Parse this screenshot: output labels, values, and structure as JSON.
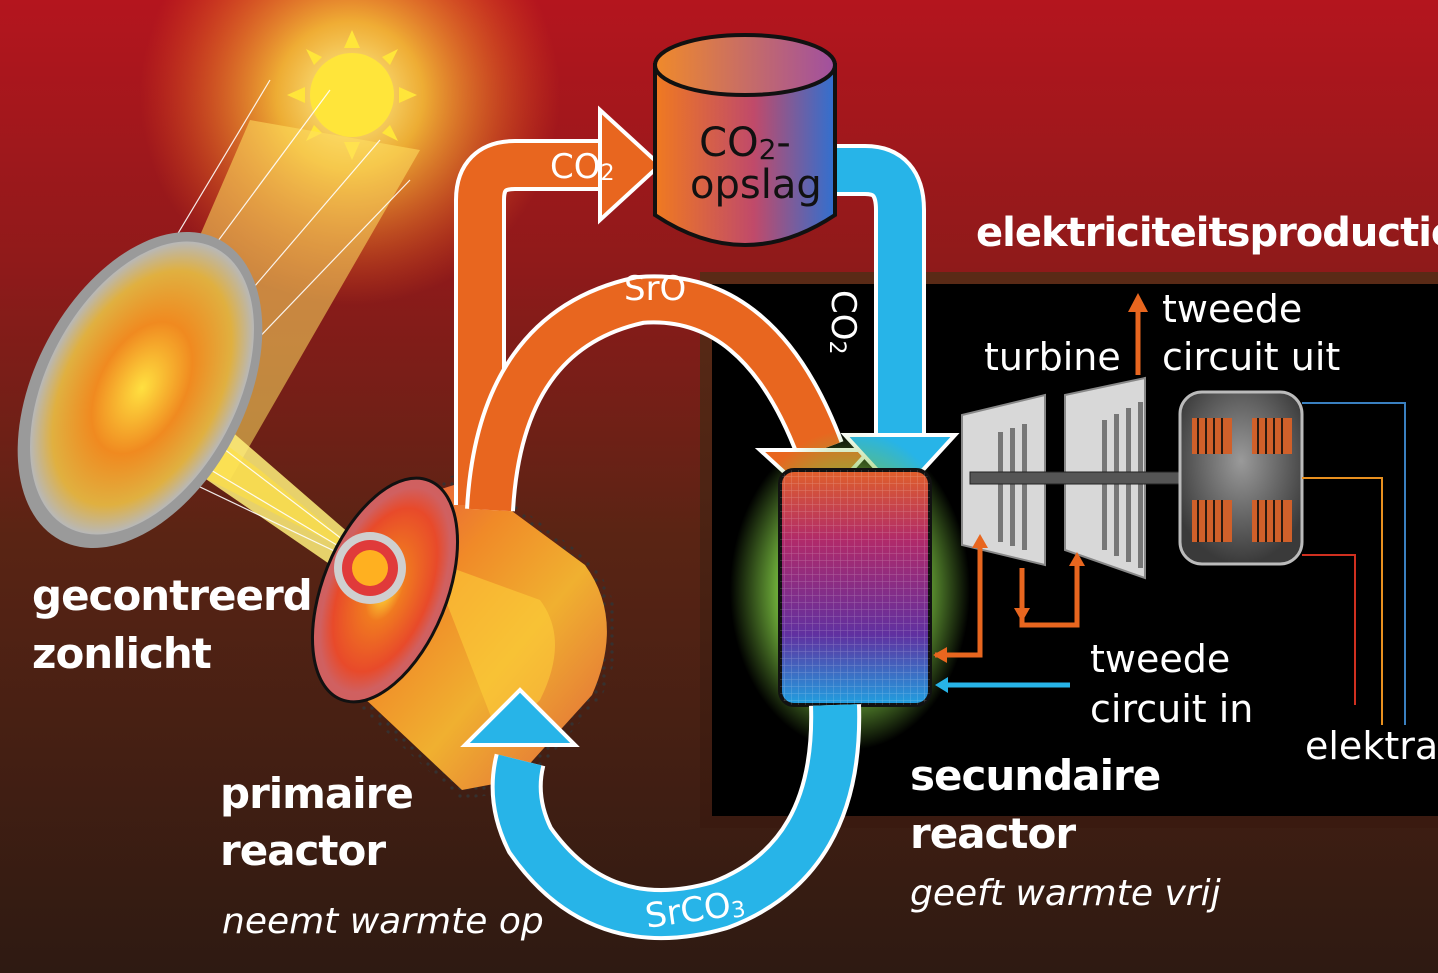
{
  "labels": {
    "concentrated_light": [
      "gecontreerd",
      "zonlicht"
    ],
    "primary_reactor": [
      "primaire",
      "reactor"
    ],
    "primary_reactor_note": "neemt warmte op",
    "secondary_reactor": [
      "secundaire",
      "reactor"
    ],
    "secondary_reactor_note": "geeft warmte vrij",
    "electricity_production": "elektriciteitsproductie",
    "turbine": "turbine",
    "second_circuit_out": [
      "tweede",
      "circuit uit"
    ],
    "second_circuit_in": [
      "tweede",
      "circuit in"
    ],
    "electra": "elektra"
  },
  "storage": {
    "formula_main": "CO",
    "formula_sub": "2",
    "formula_suffix": "-",
    "line2": "opslag"
  },
  "flows": {
    "co2_to_storage": {
      "main": "CO",
      "sub": "2"
    },
    "co2_from_storage": {
      "main": "CO",
      "sub": "2"
    },
    "sro": {
      "main": "SrO",
      "sub": ""
    },
    "srco3": {
      "main": "SrCO",
      "sub": "3"
    }
  },
  "colors": {
    "background_top": "#b4151e",
    "background_bottom": "#2e1a12",
    "orange_flow": "#e8661f",
    "blue_flow": "#27b4e8",
    "panel": "#000000",
    "sun": "#ffe53a"
  }
}
